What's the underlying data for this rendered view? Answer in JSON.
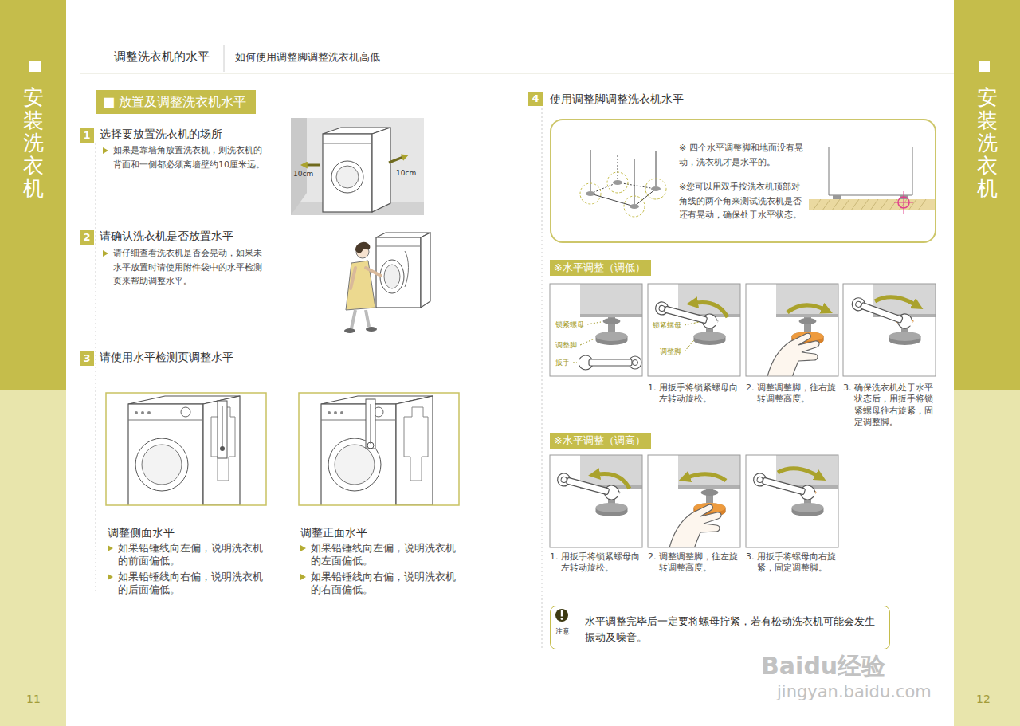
{
  "diagram": {
    "title": "调整洗衣机的水平",
    "nodes": [
      {
        "text": [
          "安装洗衣机"
        ]
      },
      {
        "text": [
          "■ 放置及调整洗衣机水平"
        ]
      },
      {
        "text": [
          "1"
        ]
      },
      {
        "text": [
          "2"
        ]
      },
      {
        "text": [
          "3"
        ]
      },
      {
        "text": [
          "安装洗衣机"
        ]
      },
      {
        "text": [
          "4"
        ]
      },
      {
        "text": [
          "※ 四个水平调整脚和地面没有晃动，洗衣机才是水平的。",
          "※您可以用双手按洗衣机顶部对角线的两个角来测试洗衣机是否还有晃动，确保处于水平状态。"
        ]
      },
      {
        "text": [
          "※水平调整（调低）"
        ]
      },
      {
        "text": [
          "※水平调整（调高）"
        ]
      },
      {
        "text": [
          "注意",
          "水平调整完毕后一定要将螺母拧紧，若有松动洗衣机可能会发生振动及噪音。"
        ]
      }
    ],
    "labels": [
      "如何使用调整脚调整洗衣机高低",
      "选择要放置洗衣机的场所",
      "如果是靠墙角放置洗衣机，则洗衣机的背面和一侧都必须离墙壁约10厘米远。",
      "10cm",
      "10cm",
      "请确认洗衣机是否放置水平",
      "请仔细查看洗衣机是否会晃动，如果未水平放置时请使用附件袋中的水平检测页来帮助调整水平。",
      "请使用水平检测页调整水平",
      "调整侧面水平",
      "如果铅锤线向左偏，说明洗衣机的前面偏低。",
      "如果铅锤线向右偏，说明洗衣机的后面偏低。",
      "调整正面水平",
      "如果铅锤线向左偏，说明洗衣机的左面偏低。",
      "如果铅锤线向右偏，说明洗衣机的右面偏低。",
      "11",
      "使用调整脚调整洗衣机水平",
      "锁紧螺母",
      "调整脚",
      "扳手",
      "锁紧螺母",
      "调整脚",
      "1. 用扳手将锁紧螺母向左转动旋松。",
      "2. 调整调整脚，往右旋转调整高度。",
      "3. 确保洗衣机处于水平状态后，用扳手将锁紧螺母往右旋紧，固定调整脚。",
      "1. 用扳手将锁紧螺母向左转动旋松。",
      "2. 调整调整脚，往左旋转调整高度。",
      "3. 用扳手将螺母向右旋紧，固定调整脚。",
      "12",
      "Baidu经验",
      "jingyan.baidu.com"
    ]
  }
}
